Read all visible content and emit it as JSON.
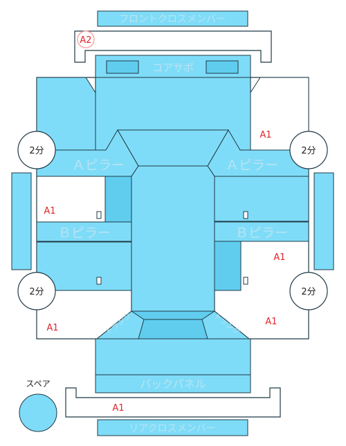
{
  "panels": {
    "front_cross_member": "フロントクロスメンバー",
    "core_support": "コアサポ",
    "a_pillar_left": "Ａピラー",
    "a_pillar_right": "Ａピラー",
    "b_pillar_left": "Ｂピラー",
    "b_pillar_right": "Ｂピラー",
    "back_panel": "バックパネル",
    "rear_cross_member": "リアクロスメンバー",
    "spare": "スペア",
    "trunk_left": "トランク",
    "trunk_right": "トランク"
  },
  "damage_marks": {
    "front_cross_member": "A2",
    "right_front": "A1",
    "left_middle": "A1",
    "right_middle": "A1",
    "left_rear": "A1",
    "right_rear": "A1",
    "rear_cross_member": "A1"
  },
  "wheels": {
    "front_left": "2分",
    "front_right": "2分",
    "rear_left": "2分",
    "rear_right": "2分"
  },
  "colors": {
    "panel": "#7fdcf8",
    "panel_dark": "#60cdef",
    "outline": "#1f3844",
    "damage_mark": "#e0242a"
  }
}
